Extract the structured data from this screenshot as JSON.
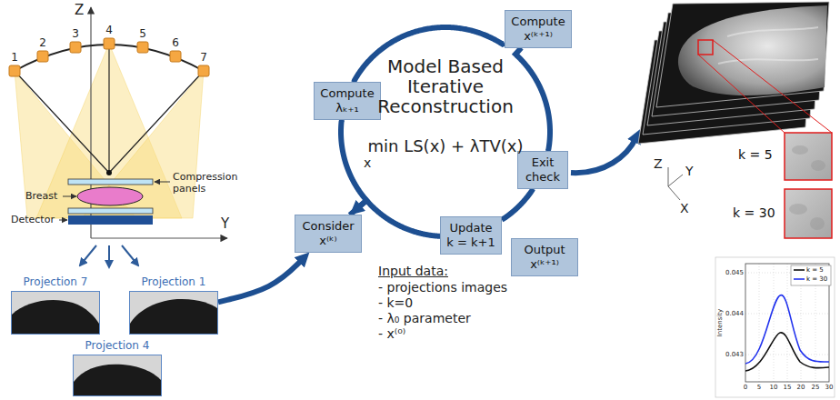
{
  "diagram": {
    "nodes": [
      {
        "text": [
          "Projection 7"
        ]
      },
      {
        "text": [
          "Projection 1"
        ]
      },
      {
        "text": [
          "Projection 4"
        ]
      },
      {
        "text": [
          "Compute λₖ₊₁"
        ]
      },
      {
        "text": [
          "Consider x⁽ᵏ⁾"
        ]
      },
      {
        "text": [
          "Update k = k+1"
        ]
      },
      {
        "text": [
          "Compute x⁽ᵏ⁺¹⁾"
        ]
      },
      {
        "text": [
          "Exit check"
        ]
      },
      {
        "text": [
          "Output x⁽ᵏ⁺¹⁾"
        ]
      }
    ],
    "edges": [
      {
        "from": 1,
        "to": 4,
        "arrow": "to"
      },
      {
        "from": 4,
        "to": 3,
        "arrow": "none"
      },
      {
        "from": 3,
        "to": 6,
        "arrow": "none"
      },
      {
        "from": 6,
        "to": 7,
        "arrow": "none"
      },
      {
        "from": 7,
        "to": 5,
        "arrow": "none"
      },
      {
        "from": 5,
        "to": 4,
        "arrow": "to"
      }
    ],
    "labels": [
      "1",
      "2",
      "3",
      "4",
      "5",
      "6",
      "7",
      "Z",
      "Y",
      "Compression panels",
      "Breast",
      "Detector",
      "Model Based Iterative Reconstruction",
      "min LS(x) + λTV(x)",
      "x",
      "Input data:",
      "- projections images",
      "- k=0",
      "- λ₀ parameter",
      "- x⁽⁰⁾",
      "Z",
      "Y",
      "X",
      "k = 5",
      "k = 30",
      "Intensity",
      "0.045",
      "0.044",
      "0.043",
      "0",
      "5",
      "10",
      "15",
      "20",
      "25",
      "30"
    ],
    "legend": [
      {
        "text": "k = 5"
      },
      {
        "text": "k = 30"
      }
    ]
  }
}
